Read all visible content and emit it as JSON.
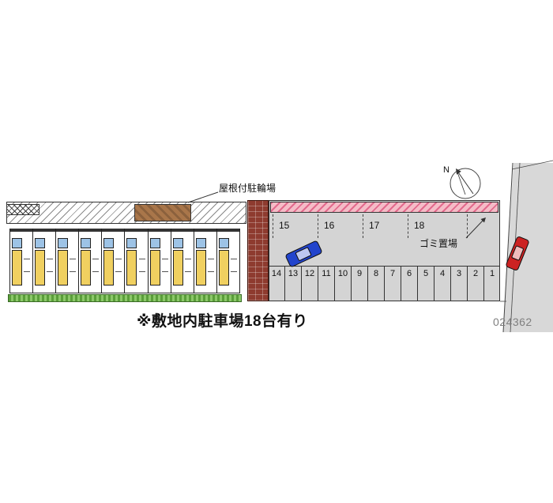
{
  "site_plan": {
    "note": "※敷地内駐車場18台有り",
    "property_id": "024362",
    "labels": {
      "covered_bicycle_parking": "屋根付駐輪場",
      "garbage_area": "ゴミ置場",
      "compass_north": "N"
    },
    "parking": {
      "upper_row_numbers": [
        "15",
        "16",
        "17",
        "18"
      ],
      "lower_row_numbers": [
        "14",
        "13",
        "12",
        "11",
        "10",
        "9",
        "8",
        "7",
        "6",
        "5",
        "4",
        "3",
        "2",
        "1"
      ]
    },
    "building": {
      "unit_count": 10
    },
    "colors": {
      "grass": "#5a9e3a",
      "pink_strip": "#f5bcc7",
      "pink_hatch": "#e26a8d",
      "brick": "#8e3b2f",
      "parking_bg": "#d4d4d4",
      "road": "#d8d8d8",
      "car_blue": "#2244cc",
      "car_red": "#cc2222",
      "unit_blue": "#9dc3e6",
      "unit_yellow": "#f0d060",
      "bike_roof": "#a9764a"
    }
  }
}
